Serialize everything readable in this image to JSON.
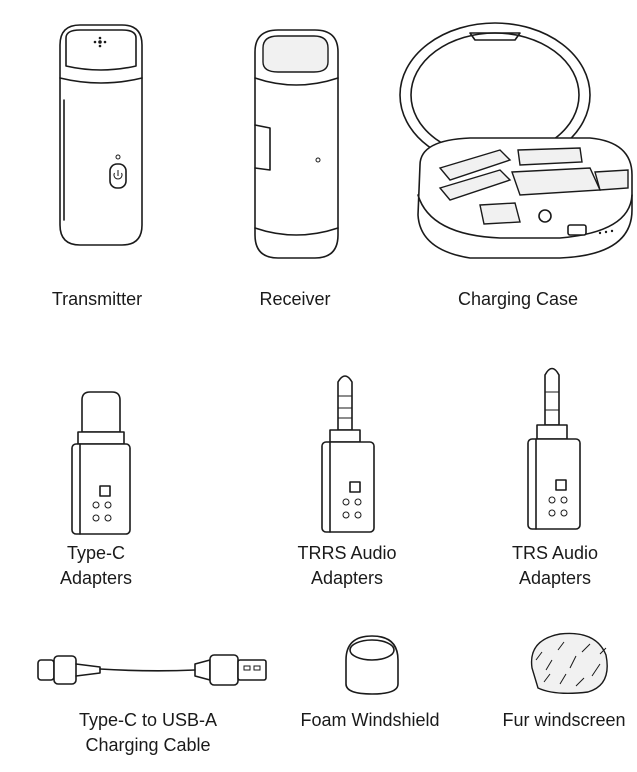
{
  "items": [
    {
      "id": "transmitter",
      "label": "Transmitter"
    },
    {
      "id": "receiver",
      "label": "Receiver"
    },
    {
      "id": "charging-case",
      "label": "Charging Case"
    },
    {
      "id": "type-c-adapters",
      "label_line1": "Type-C",
      "label_line2": "Adapters"
    },
    {
      "id": "trrs-audio-adapters",
      "label_line1": "TRRS Audio",
      "label_line2": "Adapters"
    },
    {
      "id": "trs-audio-adapters",
      "label_line1": "TRS Audio",
      "label_line2": "Adapters"
    },
    {
      "id": "charging-cable",
      "label_line1": "Type-C to USB-A",
      "label_line2": "Charging Cable"
    },
    {
      "id": "foam-windshield",
      "label": "Foam Windshield"
    },
    {
      "id": "fur-windscreen",
      "label": "Fur windscreen"
    }
  ]
}
